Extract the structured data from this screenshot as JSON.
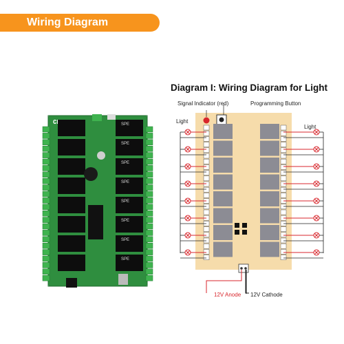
{
  "banner": {
    "title": "Wiring Diagram",
    "color": "#f7941d"
  },
  "board": {
    "model": "CDT-16L",
    "relay_brand": "SPE",
    "relay_count": 16
  },
  "diagram": {
    "title": "Diagram I: Wiring Diagram for Light",
    "signal_label": "Signal  Indicator (red)",
    "button_label": "Programming Button",
    "left_light_label": "Light",
    "right_light_label": "Light",
    "anode_label": "12V Anode",
    "cathode_label": "12V Cathode",
    "lights_per_side": 8,
    "colors": {
      "board": "#f6dcab",
      "relay": "#8c8c94",
      "wire": "#d8262c",
      "pcb": "#2f8e3f"
    }
  }
}
